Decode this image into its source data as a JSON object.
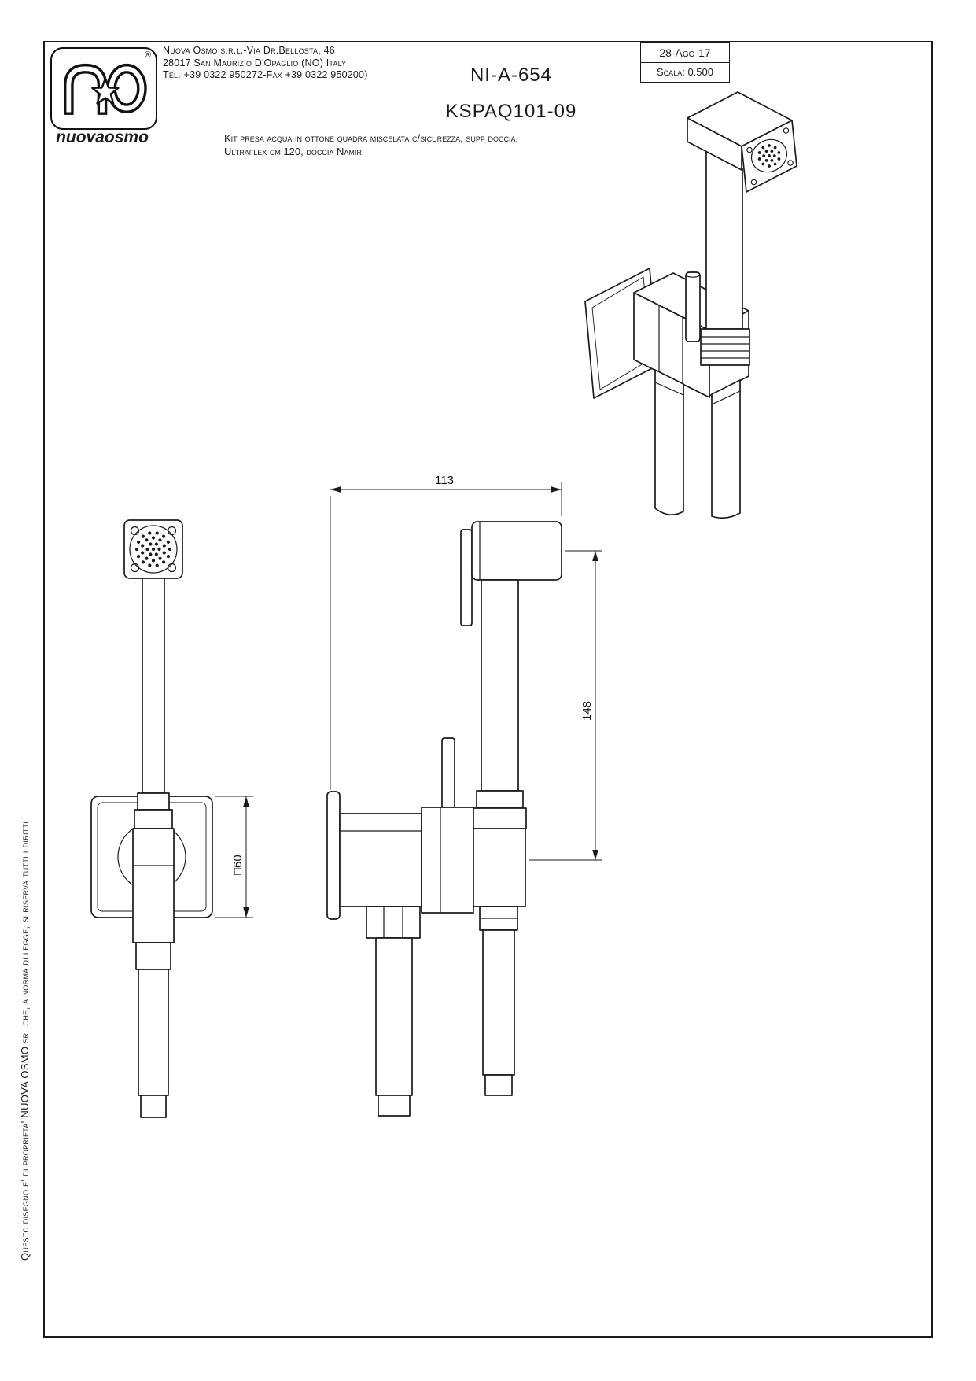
{
  "sheet": {
    "brand_wordmark": "nuovaosmo",
    "registered_mark": "®",
    "company": {
      "line1": "Nuova Osmo s.r.l.-Via Dr.Bellosta, 46",
      "line2": "28017 San Maurizio D'Opaglio (NO) Italy",
      "line3": "Tel. +39 0322 950272-Fax +39 0322 950200)"
    },
    "drawing_code": "NI-A-654",
    "product_code": "KSPAQ101-09",
    "description_line1": "Kit presa acqua in ottone quadra miscelata c/sicurezza, supp doccia,",
    "description_line2": "Ultraflex cm 120, doccia Namir",
    "revision_date": "28-Ago-17",
    "scale_label": "Scala:",
    "scale_value": "0.500",
    "copyright_note": "Questo disegno e' di proprieta' NUOVA OSMO srl che, a norma di legge, si riserva tutti i diritti"
  },
  "dimensions": {
    "width": "113",
    "height": "148",
    "plate": "□60"
  }
}
